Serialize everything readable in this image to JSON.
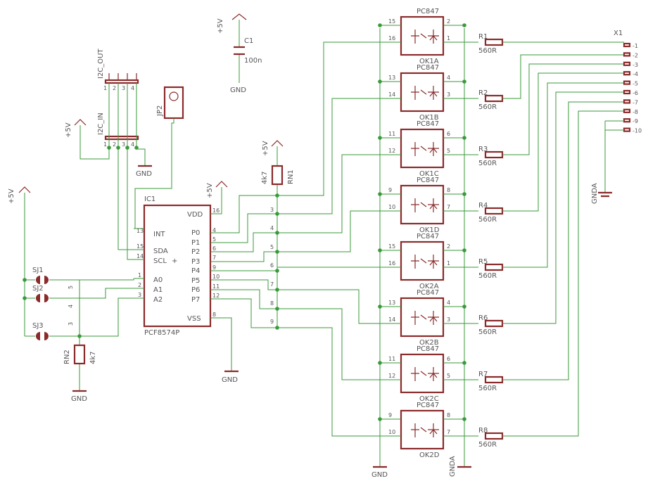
{
  "labels": {
    "vcc": "+5V",
    "gnd": "GND",
    "gnda": "GNDA",
    "c1": "C1",
    "c1_value": "100n",
    "jp2": "JP2",
    "i2c_out": "I2C_OUT",
    "i2c_in": "I2C_IN",
    "rn1": "RN1",
    "rn2": "RN2",
    "network_value": "4k7",
    "x1": "X1"
  },
  "ic1": {
    "name": "IC1",
    "part": "PCF8574P",
    "left_pins": [
      {
        "num": "13",
        "label": "INT"
      },
      {
        "num": "15",
        "label": "SDA"
      },
      {
        "num": "14",
        "label": "SCL"
      },
      {
        "num": "1",
        "label": "A0"
      },
      {
        "num": "2",
        "label": "A1"
      },
      {
        "num": "3",
        "label": "A2"
      }
    ],
    "right_pins": [
      {
        "num": "16",
        "label": "VDD"
      },
      {
        "num": "4",
        "label": "P0"
      },
      {
        "num": "5",
        "label": "P1"
      },
      {
        "num": "6",
        "label": "P2"
      },
      {
        "num": "7",
        "label": "P3"
      },
      {
        "num": "9",
        "label": "P4"
      },
      {
        "num": "10",
        "label": "P5"
      },
      {
        "num": "11",
        "label": "P6"
      },
      {
        "num": "12",
        "label": "P7"
      },
      {
        "num": "8",
        "label": "VSS"
      }
    ]
  },
  "solder_jumpers": [
    "SJ1",
    "SJ2",
    "SJ3"
  ],
  "rn1_pins": [
    "3",
    "4",
    "5",
    "6",
    "7",
    "8",
    "9"
  ],
  "rn2_pins": [
    "5",
    "4",
    "3"
  ],
  "optocouplers": [
    {
      "name": "OK1A",
      "part": "PC847",
      "pins": [
        "15",
        "16",
        "2",
        "1"
      ]
    },
    {
      "name": "OK1B",
      "part": "PC847",
      "pins": [
        "13",
        "14",
        "4",
        "3"
      ]
    },
    {
      "name": "OK1C",
      "part": "PC847",
      "pins": [
        "11",
        "12",
        "6",
        "5"
      ]
    },
    {
      "name": "OK1D",
      "part": "PC847",
      "pins": [
        "9",
        "10",
        "8",
        "7"
      ]
    },
    {
      "name": "OK2A",
      "part": "PC847",
      "pins": [
        "15",
        "16",
        "2",
        "1"
      ]
    },
    {
      "name": "OK2B",
      "part": "PC847",
      "pins": [
        "13",
        "14",
        "4",
        "3"
      ]
    },
    {
      "name": "OK2C",
      "part": "PC847",
      "pins": [
        "11",
        "12",
        "6",
        "5"
      ]
    },
    {
      "name": "OK2D",
      "part": "PC847",
      "pins": [
        "9",
        "10",
        "8",
        "7"
      ]
    }
  ],
  "resistors": [
    {
      "name": "R1",
      "value": "560R"
    },
    {
      "name": "R2",
      "value": "560R"
    },
    {
      "name": "R3",
      "value": "560R"
    },
    {
      "name": "R4",
      "value": "560R"
    },
    {
      "name": "R5",
      "value": "560R"
    },
    {
      "name": "R6",
      "value": "560R"
    },
    {
      "name": "R7",
      "value": "560R"
    },
    {
      "name": "R8",
      "value": "560R"
    }
  ],
  "connector_x1": [
    "-1",
    "-2",
    "-3",
    "-4",
    "-5",
    "-6",
    "-7",
    "-8",
    "-9",
    "-10"
  ],
  "colors": {
    "wire": "#3a9a3a",
    "part": "#8a2a2a",
    "text": "#555555",
    "background": "#ffffff"
  }
}
